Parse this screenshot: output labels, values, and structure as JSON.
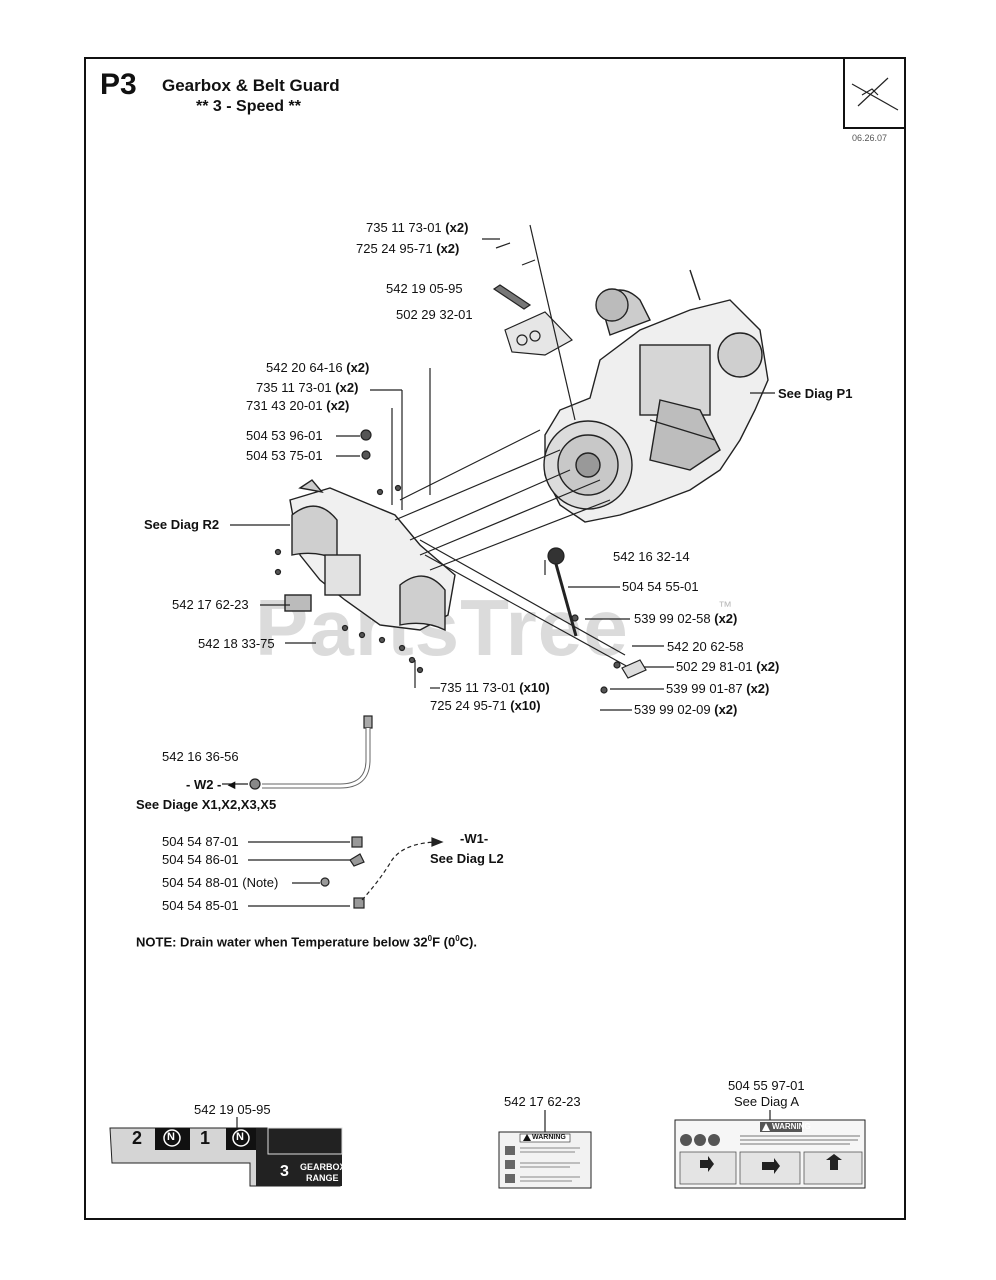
{
  "header": {
    "code": "P3",
    "title": "Gearbox & Belt Guard",
    "subtitle": "** 3 - Speed **",
    "date": "06.26.07"
  },
  "watermark": {
    "text": "PartsTree",
    "tm": "™"
  },
  "parts": {
    "p1": "735 11 73-01",
    "p1q": "(x2)",
    "p2": "725 24 95-71",
    "p2q": "(x2)",
    "p3": "542 19 05-95",
    "p4": "502 29 32-01",
    "p5": "542 20 64-16",
    "p5q": "(x2)",
    "p6": "735 11 73-01",
    "p6q": "(x2)",
    "p7": "731 43 20-01",
    "p7q": "(x2)",
    "p8": "504 53 96-01",
    "p9": "504 53 75-01",
    "p10": "See Diag P1",
    "p11": "See Diag R2",
    "p12": "542 16 32-14",
    "p13": "504 54 55-01",
    "p14": "539 99 02-58",
    "p14q": "(x2)",
    "p15": "542 17 62-23",
    "p16": "542 20 62-58",
    "p17": "542 18 33-75",
    "p18": "502 29 81-01",
    "p18q": "(x2)",
    "p19": "539 99 01-87",
    "p19q": "(x2)",
    "p20": "735 11 73-01",
    "p20q": "(x10)",
    "p21": "725 24 95-71",
    "p21q": "(x10)",
    "p22": "539 99 02-09",
    "p22q": "(x2)",
    "p23": "542 16 36-56",
    "p24": "- W2 - ◄",
    "p25": "See Diage X1,X2,X3,X5",
    "p26": "504 54 87-01",
    "p27": "504 54 86-01",
    "p28": "504 54 88-01 (Note)",
    "p29": "504 54 85-01",
    "p30": "-W1-",
    "p31": "See Diag L2"
  },
  "note": {
    "text": "NOTE: Drain water when Temperature below 32",
    "f": "F (0",
    "c": "C).",
    "deg": "0"
  },
  "decals": {
    "gearbox_part": "542 19 05-95",
    "g2": "2",
    "g1": "1",
    "gN": "N",
    "g3": "3",
    "grange1": "GEARBOX",
    "grange2": "RANGE",
    "warning_part": "542 17 62-23",
    "warning_word": "WARNING",
    "right_part": "504 55 97-01",
    "right_see": "See Diag A",
    "right_warning": "WARNING"
  }
}
